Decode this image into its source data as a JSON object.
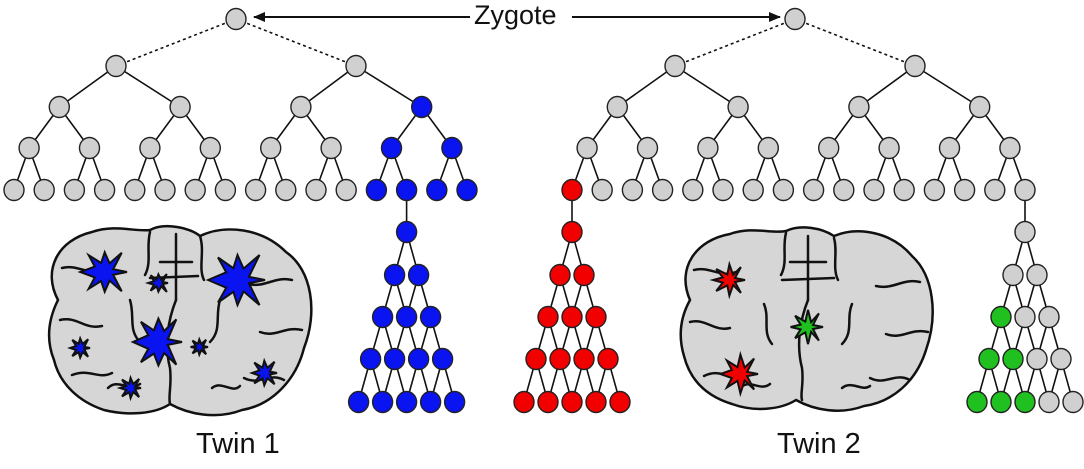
{
  "labels": {
    "zygote": "Zygote",
    "twin1": "Twin 1",
    "twin2": "Twin 2"
  },
  "colors": {
    "normal_cell": "#d0d0d0",
    "twin1_lineage": "#0a14f0",
    "twin2_lineage_red": "#f20000",
    "twin2_lineage_green": "#20c020",
    "brain_fill": "#d6d6d6",
    "outline": "#111111"
  }
}
